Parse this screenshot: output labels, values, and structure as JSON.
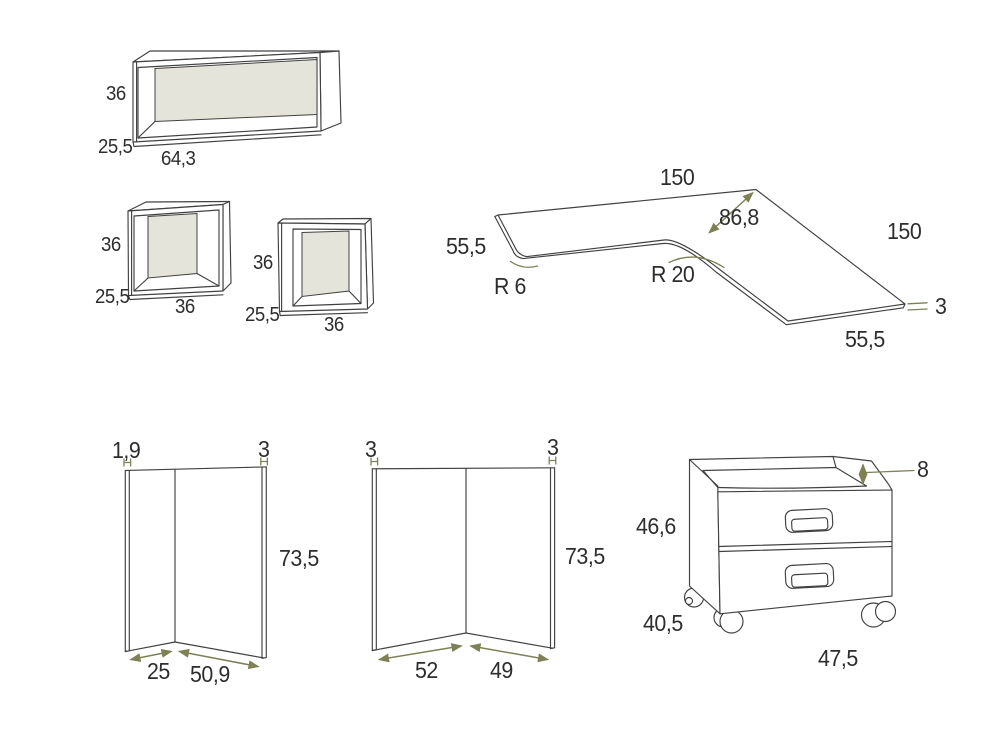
{
  "colors": {
    "line": "#414141",
    "accent": "#7e8055",
    "panel": "#e4e4da",
    "text": "#2d2d2d",
    "bg": "#ffffff"
  },
  "diagrams": {
    "wall_shelf": {
      "height": "36",
      "depth": "25,5",
      "width": "64,3"
    },
    "cube_1": {
      "height": "36",
      "depth": "25,5",
      "width": "36"
    },
    "cube_2": {
      "height": "36",
      "depth": "25,5",
      "width": "36"
    },
    "desk_top": {
      "back_length": "150",
      "right_length": "150",
      "left_width": "55,5",
      "right_width": "55,5",
      "diagonal": "86,8",
      "radius_front": "R 6",
      "radius_inner": "R 20",
      "thickness": "3"
    },
    "leg_a": {
      "left_thickness": "1,9",
      "right_thickness": "3",
      "height": "73,5",
      "left_width": "25",
      "right_width": "50,9"
    },
    "leg_b": {
      "left_thickness": "3",
      "right_thickness": "3",
      "height": "73,5",
      "left_width": "52",
      "right_width": "49"
    },
    "drawer_unit": {
      "rim_height": "8",
      "front_height": "46,6",
      "depth": "40,5",
      "width": "47,5"
    }
  }
}
